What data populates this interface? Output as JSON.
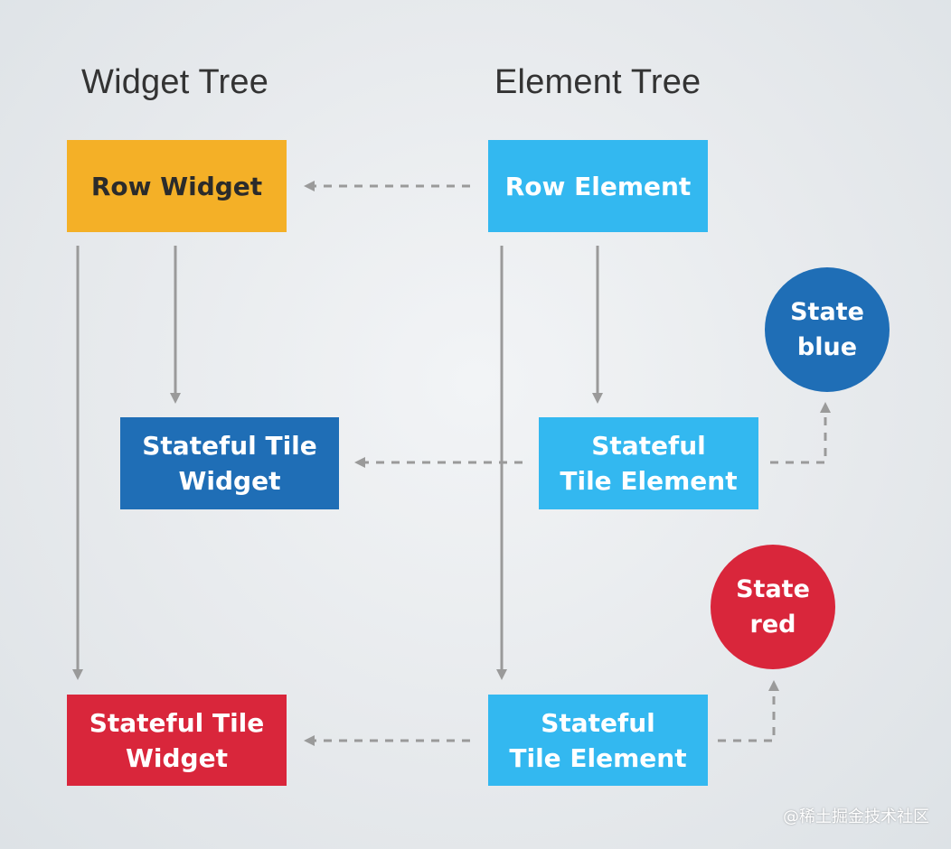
{
  "headings": {
    "widget_tree": "Widget Tree",
    "element_tree": "Element Tree"
  },
  "widgets": {
    "row": {
      "label": "Row Widget",
      "color": "#F4B027",
      "text_color": "#2b2b2b"
    },
    "tile_blue": {
      "line1": "Stateful Tile",
      "line2": "Widget",
      "color": "#1F6EB6"
    },
    "tile_red": {
      "line1": "Stateful Tile",
      "line2": "Widget",
      "color": "#D9263B"
    }
  },
  "elements": {
    "row": {
      "label": "Row Element",
      "color": "#33B8F0"
    },
    "tile_1": {
      "line1": "Stateful",
      "line2": "Tile Element",
      "color": "#33B8F0"
    },
    "tile_2": {
      "line1": "Stateful",
      "line2": "Tile Element",
      "color": "#33B8F0"
    }
  },
  "states": {
    "blue": {
      "line1": "State",
      "line2": "blue",
      "color": "#1F6EB6"
    },
    "red": {
      "line1": "State",
      "line2": "red",
      "color": "#D9263B"
    }
  },
  "watermark": "@稀土掘金技术社区"
}
